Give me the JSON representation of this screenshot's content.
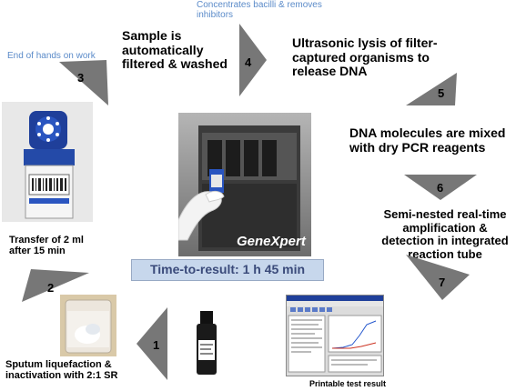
{
  "annotations": {
    "concentrates": "Concentrates bacilli & removes inhibitors",
    "end_hands_on": "End of hands on work"
  },
  "steps": [
    {
      "number": "1",
      "text": ""
    },
    {
      "number": "2",
      "text": ""
    },
    {
      "number": "3",
      "text": ""
    },
    {
      "number": "4",
      "text": "Sample is automatically filtered & washed"
    },
    {
      "number": "5",
      "text": "Ultrasonic lysis of filter-captured organisms to release DNA"
    },
    {
      "number": "6",
      "text": "DNA molecules are mixed with dry PCR reagents"
    },
    {
      "number": "7",
      "text": "Semi-nested real-time amplification & detection in integrated reaction tube"
    }
  ],
  "labels": {
    "transfer": "Transfer of 2 ml after 15 min",
    "sputum": "Sputum liquefaction & inactivation with 2:1 SR",
    "printable": "Printable test result",
    "genexpert": "GeneXpert",
    "time_to_result": "Time-to-result: 1 h 45 min"
  },
  "colors": {
    "arrow": "#777777",
    "annotation": "#5b8bc9",
    "time_box_bg": "#c7d7ec",
    "time_box_text": "#3a4a7a"
  }
}
